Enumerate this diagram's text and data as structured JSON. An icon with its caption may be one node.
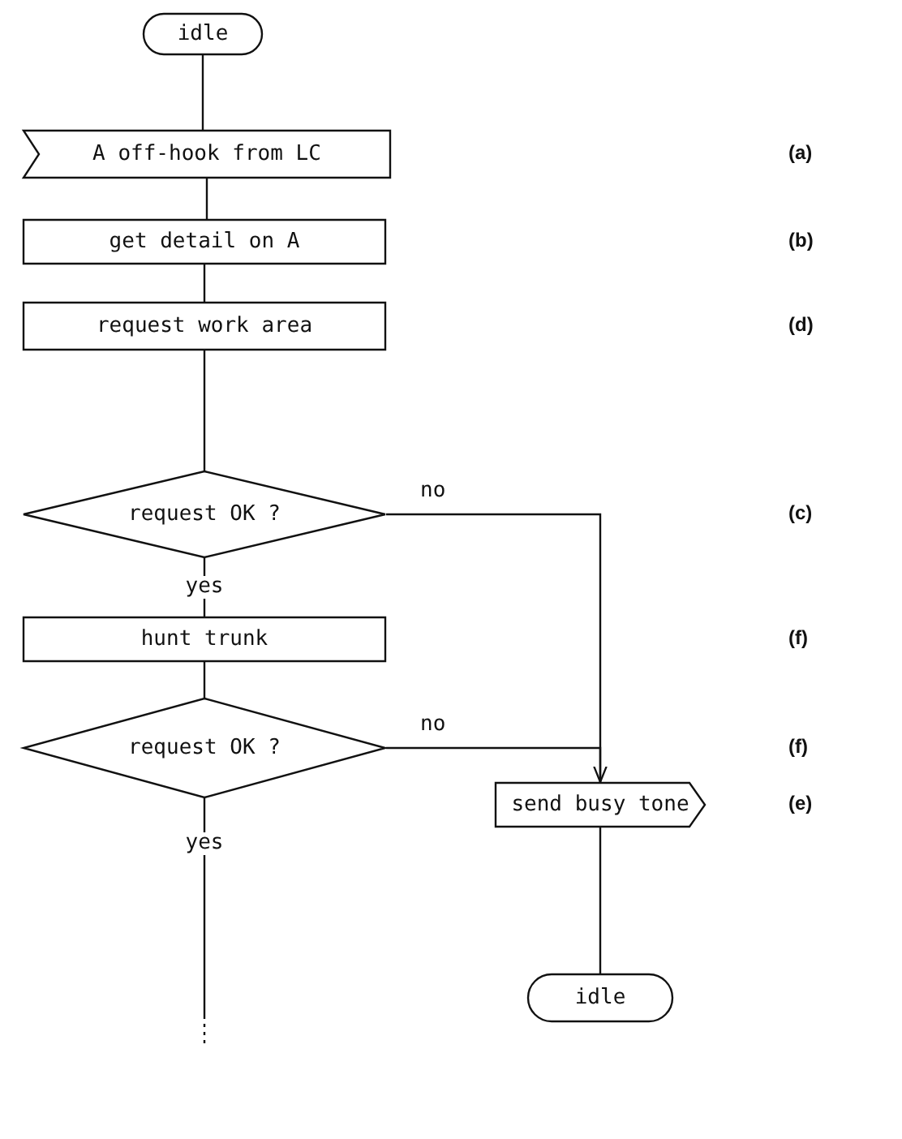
{
  "diagram": {
    "nodes": [
      {
        "text": [
          "idle"
        ]
      },
      {
        "text": [
          "A off-hook from LC"
        ]
      },
      {
        "text": [
          "get detail on A"
        ]
      },
      {
        "text": [
          "request work area"
        ]
      },
      {
        "text": [
          "request OK ?"
        ]
      },
      {
        "text": [
          "hunt trunk"
        ]
      },
      {
        "text": [
          "request OK ?"
        ]
      },
      {
        "text": [
          "send busy tone"
        ]
      },
      {
        "text": [
          "idle"
        ]
      }
    ],
    "edges": [
      {
        "from": 0,
        "to": 1,
        "arrow": "none"
      },
      {
        "from": 1,
        "to": 2,
        "arrow": "none"
      },
      {
        "from": 2,
        "to": 3,
        "arrow": "none"
      },
      {
        "from": 3,
        "to": 4,
        "arrow": "none"
      },
      {
        "from": 4,
        "to": 7,
        "label": "no",
        "arrow": "none"
      },
      {
        "from": 4,
        "to": 5,
        "label": "yes",
        "arrow": "none"
      },
      {
        "from": 5,
        "to": 6,
        "arrow": "none"
      },
      {
        "from": 6,
        "to": 7,
        "label": "no",
        "arrow": "to"
      },
      {
        "from": 7,
        "to": 8,
        "arrow": "none"
      },
      {
        "from": 6,
        "to": null,
        "label": "yes",
        "arrow": "none"
      }
    ],
    "labels": [
      "(a)",
      "(b)",
      "(d)",
      "(c)",
      "(f)",
      "(f)",
      "(e)"
    ]
  }
}
